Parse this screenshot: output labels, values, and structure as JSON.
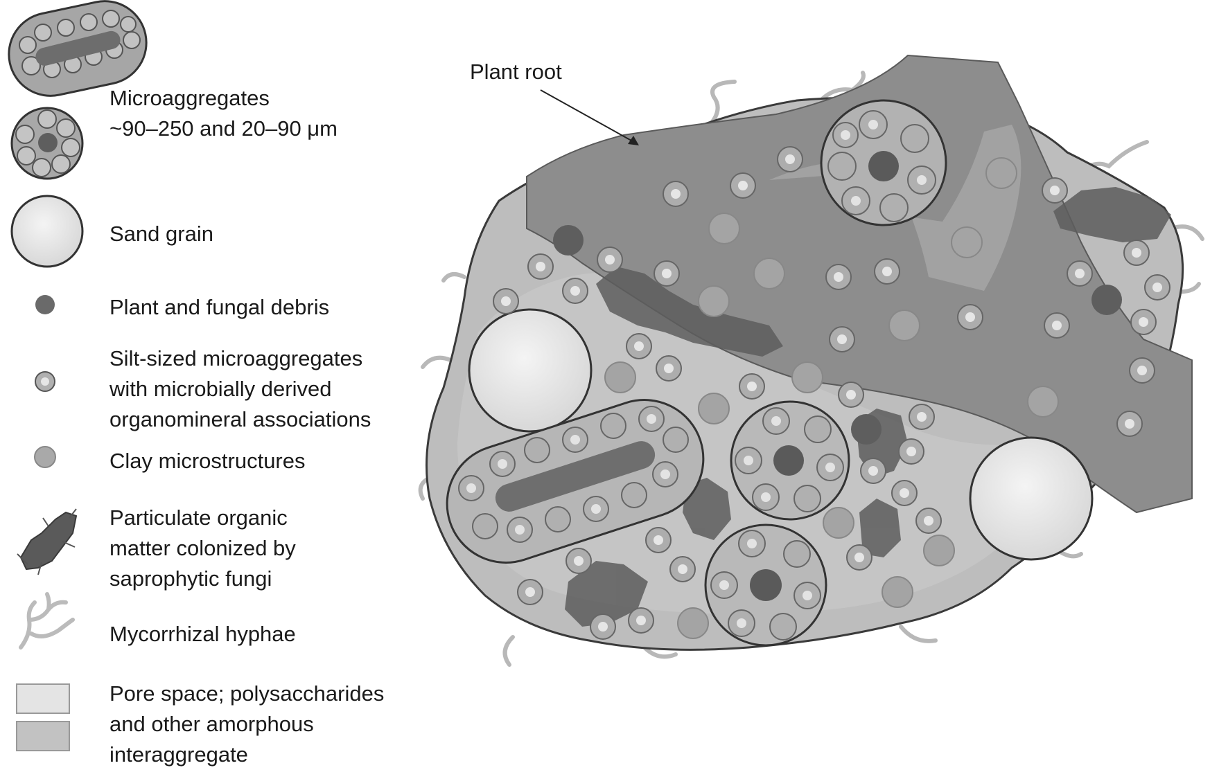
{
  "diagram": {
    "callout": {
      "plant_root": "Plant root"
    },
    "legend": {
      "microaggregates": {
        "line1": "Microaggregates",
        "line2": "~90–250 and 20–90 μm"
      },
      "sand_grain": "Sand grain",
      "plant_fungal_debris": "Plant and fungal debris",
      "silt_sized": {
        "line1": "Silt-sized microaggregates",
        "line2": "with microbially derived",
        "line3": "organomineral associations"
      },
      "clay": "Clay microstructures",
      "pom": {
        "line1": "Particulate organic",
        "line2": "matter colonized by",
        "line3": "saprophytic fungi"
      },
      "hyphae": "Mycorrhizal hyphae",
      "pore_space": {
        "line1": "Pore space; polysaccharides",
        "line2": "and other amorphous",
        "line3": "interaggregate"
      }
    }
  }
}
